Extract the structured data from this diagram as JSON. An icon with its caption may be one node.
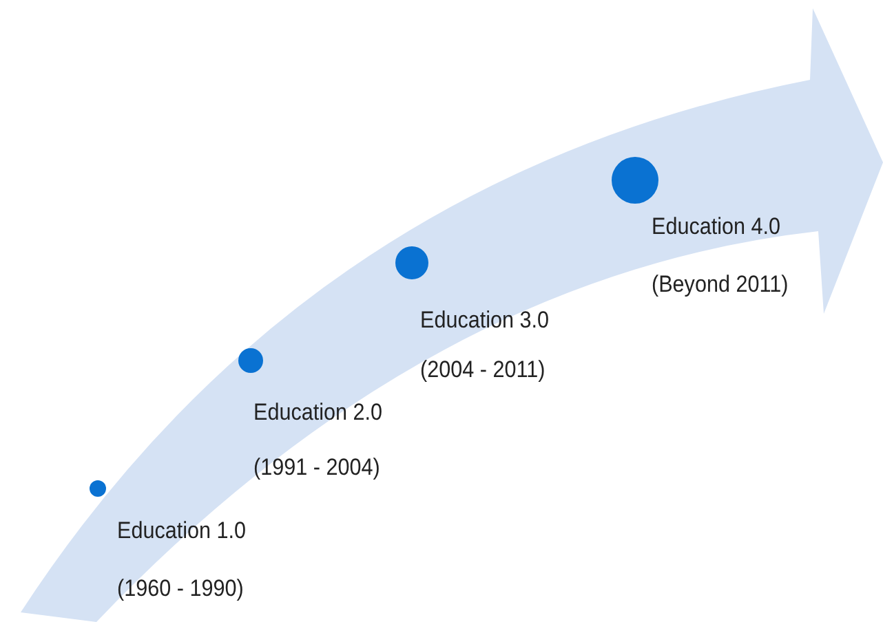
{
  "diagram": {
    "nodes": [
      {
        "text": [],
        "shape": "circle",
        "beside": [
          "Education 1.0",
          "(1960 - 1990)"
        ]
      },
      {
        "text": [],
        "shape": "circle",
        "beside": [
          "Education 2.0",
          "(1991 - 2004)"
        ]
      },
      {
        "text": [],
        "shape": "circle",
        "beside": [
          "Education 3.0",
          "(2004 - 2011)"
        ]
      },
      {
        "text": [],
        "shape": "circle",
        "beside": [
          "Education 4.0",
          "(Beyond 2011)"
        ]
      }
    ],
    "edges": []
  }
}
